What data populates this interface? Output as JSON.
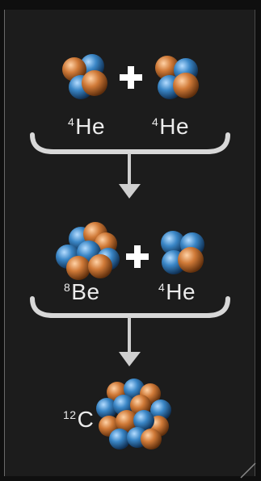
{
  "colors": {
    "background": "#1c1c1c",
    "proton": "#d07a38",
    "neutron": "#3a86c6",
    "symbol": "#ffffff",
    "bracket": "#d8d8d8",
    "arrow": "#cfcfcf"
  },
  "operator": "+",
  "steps": [
    {
      "left": {
        "mass": "4",
        "element": "He"
      },
      "right": {
        "mass": "4",
        "element": "He"
      }
    },
    {
      "left": {
        "mass": "8",
        "element": "Be"
      },
      "right": {
        "mass": "4",
        "element": "He"
      }
    }
  ],
  "result": {
    "mass": "12",
    "element": "C"
  }
}
